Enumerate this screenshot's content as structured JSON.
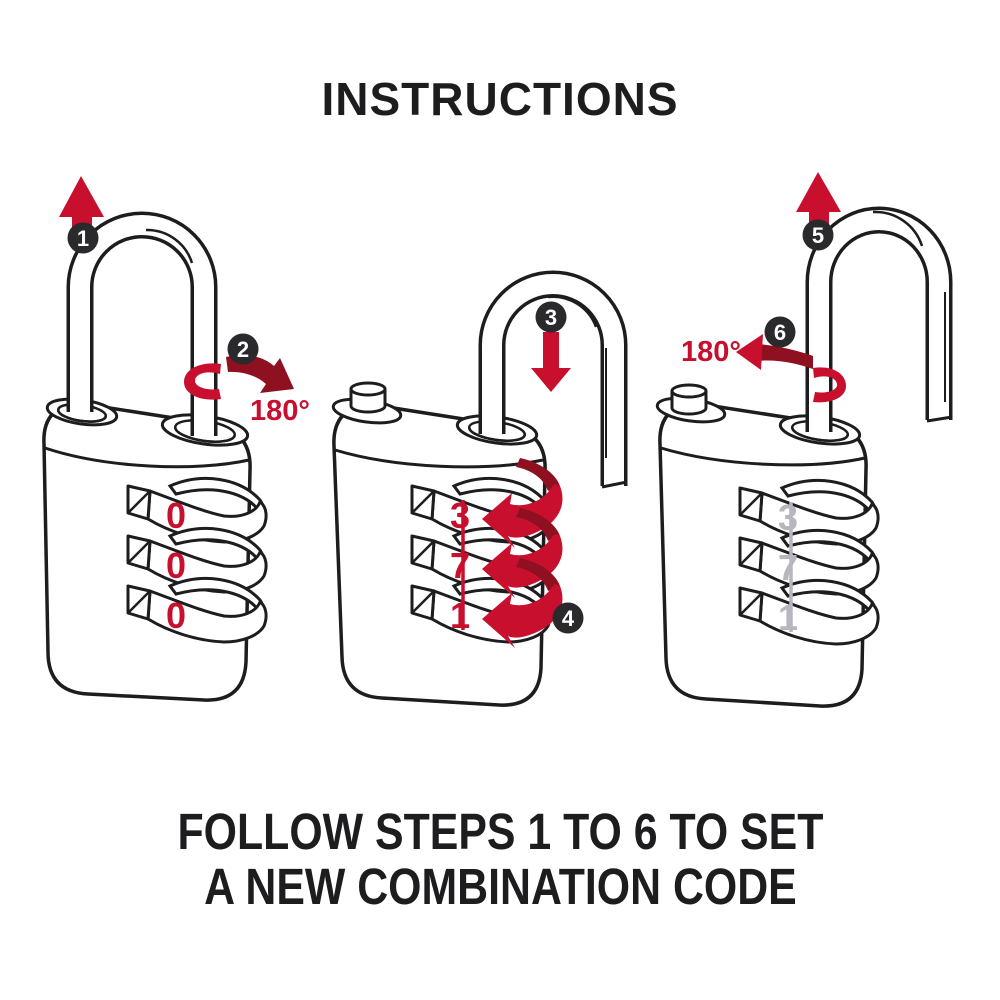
{
  "title": "INSTRUCTIONS",
  "footer": {
    "line1": "FOLLOW STEPS 1 TO 6 TO SET",
    "line2": "A NEW COMBINATION CODE"
  },
  "rotation_label": "180°",
  "steps": {
    "s1": "1",
    "s2": "2",
    "s3": "3",
    "s4": "4",
    "s5": "5",
    "s6": "6"
  },
  "locks": [
    {
      "position": "left",
      "state": "locked, default code",
      "dials": [
        "0",
        "0",
        "0"
      ],
      "dial_color": "#c8102e"
    },
    {
      "position": "middle",
      "state": "shackle rotated and pressed down, choose new code",
      "dials": [
        "3",
        "7",
        "1"
      ],
      "dial_color": "#c8102e"
    },
    {
      "position": "right",
      "state": "new code set",
      "dials": [
        "3",
        "7",
        "1"
      ],
      "dial_color": "#b6b6bf"
    }
  ],
  "colors": {
    "background": "#ffffff",
    "ink": "#1d1d1f",
    "badge": "#2a2a2c",
    "red": "#c8102e",
    "dark_red": "#8e1021",
    "gray_digit": "#b6b6bf"
  }
}
